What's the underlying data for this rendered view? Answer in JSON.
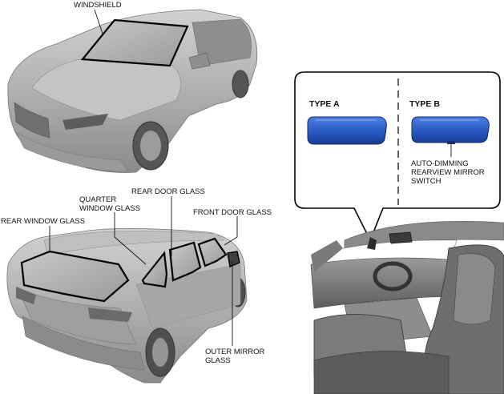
{
  "labels": {
    "windshield": "WINDSHIELD",
    "rear_door_glass": "REAR DOOR GLASS",
    "quarter_window_glass": [
      "QUARTER",
      "WINDOW GLASS"
    ],
    "rear_window_glass": "REAR WINDOW GLASS",
    "front_door_glass": "FRONT DOOR GLASS",
    "outer_mirror_glass": [
      "OUTER MIRROR",
      "GLASS"
    ],
    "type_a": "TYPE A",
    "type_b": "TYPE B",
    "auto_dimming": [
      "AUTO-DIMMING",
      "REARVIEW MIRROR",
      "SWITCH"
    ]
  },
  "colors": {
    "mirror_blue": "#2a5cc8",
    "car_gray": "#b9b9b9",
    "outline": "#000000"
  }
}
